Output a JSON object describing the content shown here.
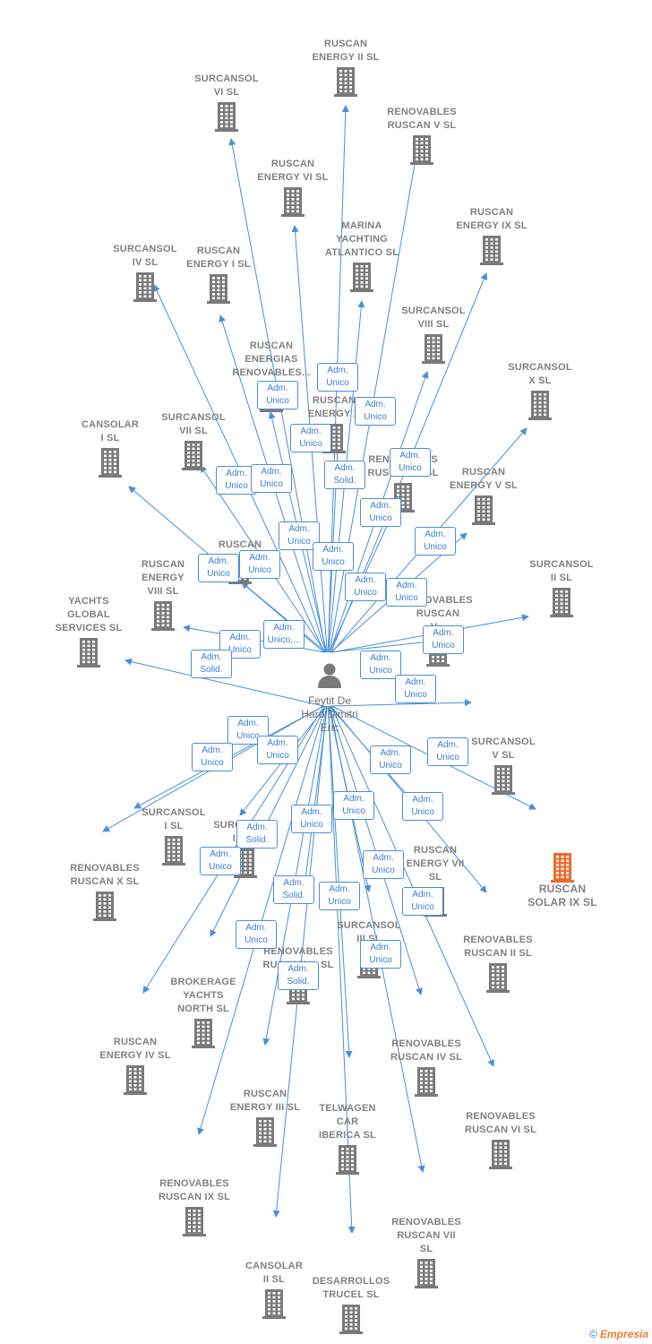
{
  "center": {
    "label": "Feytit De\nHaro Dimitri\nEric"
  },
  "colors": {
    "edge": "#4a8fd8",
    "building": "#7a7a7a",
    "highlight": "#f06a2a",
    "badge_border": "#4a8fd8"
  },
  "nodes": [
    {
      "label": "RUSCAN\nENERGY II  SL"
    },
    {
      "label": "SURCANSOL\nVI  SL"
    },
    {
      "label": "RENOVABLES\nRUSCAN V  SL"
    },
    {
      "label": "RUSCAN\nENERGY VI  SL"
    },
    {
      "label": "MARINA\nYACHTING\nATLANTICO  SL"
    },
    {
      "label": "RUSCAN\nENERGY IX  SL"
    },
    {
      "label": "SURCANSOL\nIV  SL"
    },
    {
      "label": "RUSCAN\nENERGY I  SL"
    },
    {
      "label": "SURCANSOL\nVIII  SL"
    },
    {
      "label": "RUSCAN\nENERGIAS\nRENOVABLES..."
    },
    {
      "label": "SURCANSOL\nX  SL"
    },
    {
      "label": "RUSCAN\nENERGY X"
    },
    {
      "label": "CANSOLAR\nI  SL"
    },
    {
      "label": "SURCANSOL\nVII  SL"
    },
    {
      "label": "RENOVABLES\nRUSCAN ... SL"
    },
    {
      "label": "RUSCAN\nENERGY V  SL"
    },
    {
      "label": "RUSCAN\nENERGY\nVIII  SL"
    },
    {
      "label": "RUSCAN"
    },
    {
      "label": "SURCANSOL\nII  SL"
    },
    {
      "label": "YACHTS\nGLOBAL\nSERVICES  SL"
    },
    {
      "label": "RENOVABLES\nRUSCAN\nV..."
    },
    {
      "label": "SURCANSOL\nV  SL"
    },
    {
      "label": "RUSCAN\nSOLAR IX  SL"
    },
    {
      "label": "SURCANSOL\nI  SL"
    },
    {
      "label": "SURCANSOL\nIX  SL"
    },
    {
      "label": "RENOVABLES\nRUSCAN X  SL"
    },
    {
      "label": "RUSCAN\nENERGY VII\nSL"
    },
    {
      "label": "RENOVABLES\nRUSCAN II  SL"
    },
    {
      "label": "SURCANSOL\nIII  SL"
    },
    {
      "label": "BROKERAGE\nYACHTS\nNORTH  SL"
    },
    {
      "label": "RENOVABLES\nRUSCAN ... SL"
    },
    {
      "label": "RUSCAN\nENERGY IV  SL"
    },
    {
      "label": "RENOVABLES\nRUSCAN IV  SL"
    },
    {
      "label": "RUSCAN\nENERGY III  SL"
    },
    {
      "label": "TELWAGEN\nCAR\nIBERICA  SL"
    },
    {
      "label": "RENOVABLES\nRUSCAN VI  SL"
    },
    {
      "label": "RENOVABLES\nRUSCAN IX  SL"
    },
    {
      "label": "RENOVABLES\nRUSCAN VII\nSL"
    },
    {
      "label": "CANSOLAR\nII  SL"
    },
    {
      "label": "DESARROLLOS\nTRUCEL  SL"
    }
  ],
  "badges": [
    {
      "line1": "Adm.",
      "line2": "Unico"
    },
    {
      "line1": "Adm.",
      "line2": "Unico"
    },
    {
      "line1": "Adm.",
      "line2": "Unico"
    },
    {
      "line1": "Adm.",
      "line2": "Unico"
    },
    {
      "line1": "Adm.",
      "line2": "Solid."
    },
    {
      "line1": "Adm.",
      "line2": "Unico"
    },
    {
      "line1": "Adm.",
      "line2": "Unico"
    },
    {
      "line1": "Adm.",
      "line2": "Unico"
    },
    {
      "line1": "Adm.",
      "line2": "Unico"
    },
    {
      "line1": "Adm.",
      "line2": "Unico"
    },
    {
      "line1": "Adm.",
      "line2": "Unico"
    },
    {
      "line1": "Adm.",
      "line2": "Unico"
    },
    {
      "line1": "Adm.",
      "line2": "Unico"
    },
    {
      "line1": "Adm.",
      "line2": "Unico"
    },
    {
      "line1": "Adm.",
      "line2": "Unico"
    },
    {
      "line1": "Adm.",
      "line2": "Unico"
    },
    {
      "line1": "Adm.",
      "line2": "Unico,..."
    },
    {
      "line1": "Adm.",
      "line2": "Unico"
    },
    {
      "line1": "Adm.",
      "line2": "Solid."
    },
    {
      "line1": "Adm.",
      "line2": "Unico"
    },
    {
      "line1": "Adm.",
      "line2": "Unico"
    },
    {
      "line1": "Adm.",
      "line2": "Unico"
    },
    {
      "line1": "Adm.",
      "line2": "Unico"
    },
    {
      "line1": "Adm.",
      "line2": "Unico"
    },
    {
      "line1": "Adm.",
      "line2": "Unico"
    },
    {
      "line1": "Adm.",
      "line2": "Unico"
    },
    {
      "line1": "Adm.",
      "line2": "Unico"
    },
    {
      "line1": "Adm.",
      "line2": "Unico"
    },
    {
      "line1": "Adm.",
      "line2": "Unico"
    },
    {
      "line1": "Adm.",
      "line2": "Solid."
    },
    {
      "line1": "Adm.",
      "line2": "Unico"
    },
    {
      "line1": "Adm.",
      "line2": "Unico"
    },
    {
      "line1": "Adm.",
      "line2": "Unico"
    },
    {
      "line1": "Adm.",
      "line2": "Solid."
    },
    {
      "line1": "Adm.",
      "line2": "Unico"
    },
    {
      "line1": "Adm.",
      "line2": "Unico"
    },
    {
      "line1": "Adm.",
      "line2": "Unico"
    },
    {
      "line1": "Adm.",
      "line2": "Unico"
    },
    {
      "line1": "Adm.",
      "line2": "Solid."
    }
  ],
  "brand": {
    "copyright": "©",
    "name": "Empresia"
  }
}
